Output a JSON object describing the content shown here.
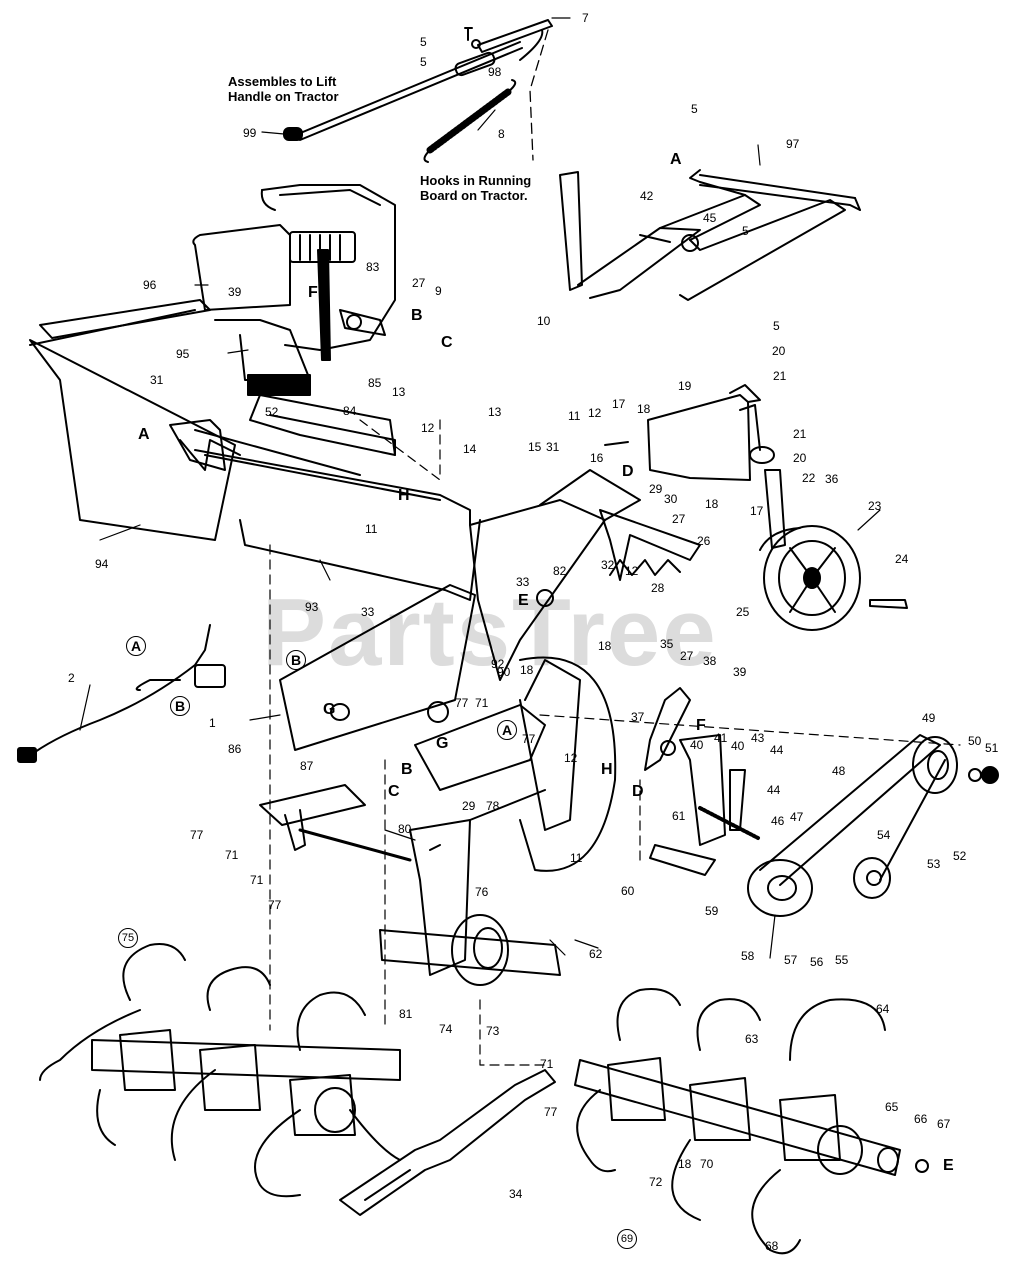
{
  "watermark": "PartsTree",
  "notes": {
    "lift_line1": "Assembles to Lift",
    "lift_line2": "Handle on Tractor",
    "hooks_line1": "Hooks in Running",
    "hooks_line2": "Board on Tractor."
  },
  "callouts": {
    "c5a": "5",
    "c5b": "5",
    "c7": "7",
    "c98": "98",
    "c8": "8",
    "c99": "99",
    "c5c": "5",
    "cA1": "A",
    "c97": "97",
    "c42": "42",
    "c45": "45",
    "c5d": "5",
    "c10": "10",
    "c96": "96",
    "c39a": "39",
    "cF1": "F",
    "c83": "83",
    "c27a": "27",
    "c9": "9",
    "cB1": "B",
    "cC1": "C",
    "c95": "95",
    "c85": "85",
    "c13a": "13",
    "c31a": "31",
    "c52a": "52",
    "c84": "84",
    "cA2": "A",
    "c13b": "13",
    "c12a": "12",
    "c11a": "11",
    "cH1": "H",
    "c14": "14",
    "c17a": "17",
    "c18a": "18",
    "c19": "19",
    "c5e": "5",
    "c20a": "20",
    "c21a": "21",
    "c15": "15",
    "c31b": "31",
    "c11b": "11",
    "c12b": "12",
    "c16": "16",
    "cD1": "D",
    "c18b": "18",
    "c17b": "17",
    "c21b": "21",
    "c20b": "20",
    "c29a": "29",
    "c30": "30",
    "c27b": "27",
    "c22": "22",
    "c36": "36",
    "c23": "23",
    "c26": "26",
    "c24": "24",
    "c94": "94",
    "c33a": "33",
    "c82": "82",
    "c32": "32",
    "c12c": "12",
    "c28": "28",
    "c25": "25",
    "c93": "93",
    "c33b": "33",
    "cE1": "E",
    "c18c": "18",
    "c35": "35",
    "cA3": "A",
    "cB2": "B",
    "c2": "2",
    "cB3": "B",
    "c1": "1",
    "c92": "92",
    "c90": "90",
    "c18d": "18",
    "c27c": "27",
    "c38": "38",
    "c39b": "39",
    "cG1": "G",
    "c86": "86",
    "c77a": "77",
    "c71a": "71",
    "cG2": "G",
    "cA4": "A",
    "c77b": "77",
    "c37": "37",
    "cF2": "F",
    "c40a": "40",
    "c41": "41",
    "c40b": "40",
    "c43": "43",
    "c44a": "44",
    "c49": "49",
    "c50": "50",
    "c51": "51",
    "c48": "48",
    "c87": "87",
    "cB4": "B",
    "cC2": "C",
    "c29b": "29",
    "c78": "78",
    "c80": "80",
    "c12d": "12",
    "cH2": "H",
    "cD2": "D",
    "c61": "61",
    "c44b": "44",
    "c46": "46",
    "c47": "47",
    "c77c": "77",
    "c71b": "71",
    "c71c": "71",
    "c77d": "77",
    "c11c": "11",
    "c60": "60",
    "c59": "59",
    "c54": "54",
    "c53": "53",
    "c52b": "52",
    "c76": "76",
    "c58": "58",
    "c57": "57",
    "c56": "56",
    "c55": "55",
    "c75": "75",
    "c62": "62",
    "c81": "81",
    "c74": "74",
    "c73": "73",
    "c64": "64",
    "c63": "63",
    "c71d": "71",
    "c77e": "77",
    "c65": "65",
    "c66": "66",
    "c67": "67",
    "cE2": "E",
    "c72": "72",
    "c18e": "18",
    "c70": "70",
    "c34": "34",
    "c69": "69",
    "c68": "68"
  }
}
